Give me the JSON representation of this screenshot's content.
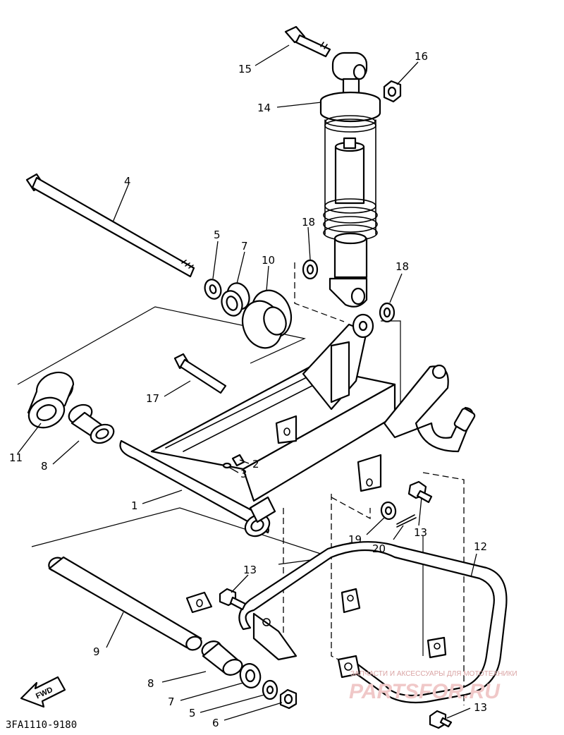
{
  "diagram": {
    "code": "3FA1110-9180",
    "direction_marker": "FWD",
    "watermark_top": "ЗАПЧАСТИ И АКСЕССУАРЫ ДЛЯ МОТОТЕХНИКИ",
    "watermark_brand": "PARTSFOR.RU"
  },
  "callouts": {
    "c1": "1",
    "c2": "2",
    "c3": "3",
    "c4": "4",
    "c5a": "5",
    "c5b": "5",
    "c6": "6",
    "c7a": "7",
    "c7b": "7",
    "c8a": "8",
    "c8b": "8",
    "c9": "9",
    "c10": "10",
    "c11": "11",
    "c12": "12",
    "c13a": "13",
    "c13b": "13",
    "c13c": "13",
    "c14": "14",
    "c15": "15",
    "c16": "16",
    "c17": "17",
    "c18a": "18",
    "c18b": "18",
    "c19": "19",
    "c20": "20"
  }
}
